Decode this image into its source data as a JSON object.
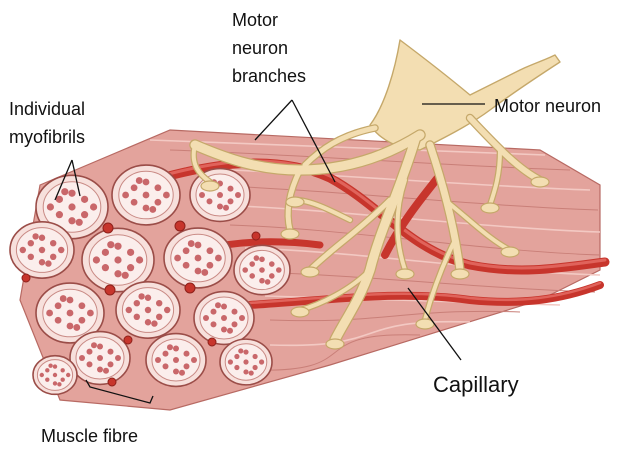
{
  "labels": {
    "motor_neuron_branches": [
      "Motor",
      "neuron",
      "branches"
    ],
    "individual_myofibrils": [
      "Individual",
      "myofibrils"
    ],
    "motor_neuron": "Motor neuron",
    "capillary": "Capillary",
    "muscle_fibre": "Muscle fibre"
  },
  "colors": {
    "fibre": "#e3a39c",
    "fibre_end": "#f7e0dc",
    "myofibril": "#c9676a",
    "capillary": "#c7352c",
    "nerve": "#f3deb2",
    "nerve_outline": "#c5a86a"
  }
}
